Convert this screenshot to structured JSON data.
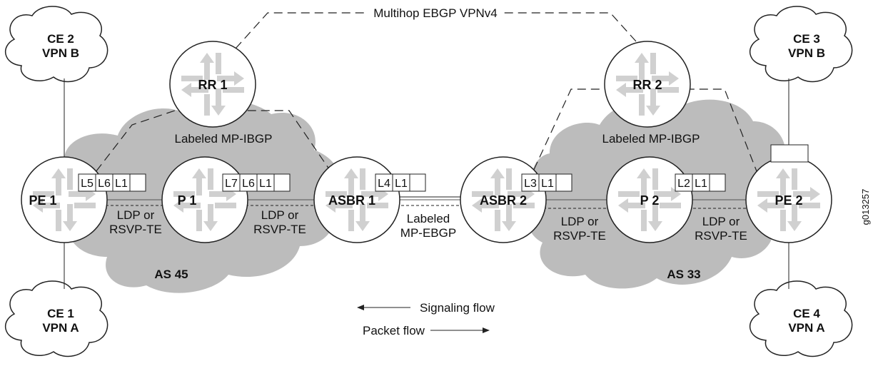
{
  "title_ebgp": "Multihop EBGP VPNv4",
  "as_left": "AS 45",
  "as_right": "AS 33",
  "ibgp_left": "Labeled MP-IBGP",
  "ibgp_right": "Labeled MP-IBGP",
  "mpebgp_line1": "Labeled",
  "mpebgp_line2": "MP-EBGP",
  "ldp_line1": "LDP or",
  "ldp_line2": "RSVP-TE",
  "signaling_flow": "Signaling flow",
  "packet_flow": "Packet flow",
  "figure_id": "g013257",
  "ce": {
    "ce2": [
      "CE 2",
      "VPN B"
    ],
    "ce1": [
      "CE 1",
      "VPN A"
    ],
    "ce3": [
      "CE 3",
      "VPN B"
    ],
    "ce4": [
      "CE 4",
      "VPN A"
    ]
  },
  "routers": {
    "pe1": "PE 1",
    "p1": "P 1",
    "asbr1": "ASBR 1",
    "asbr2": "ASBR 2",
    "p2": "P 2",
    "pe2": "PE 2",
    "rr1": "RR 1",
    "rr2": "RR 2"
  },
  "label_stacks": {
    "pe1": [
      "L5",
      "L6",
      "L1",
      ""
    ],
    "p1": [
      "L7",
      "L6",
      "L1",
      ""
    ],
    "asbr1": [
      "L4",
      "L1",
      ""
    ],
    "asbr2": [
      "L3",
      "L1",
      ""
    ],
    "p2": [
      "L2",
      "L1",
      ""
    ],
    "pe2": [
      ""
    ]
  },
  "colors": {
    "cloud": "#bcbcbc",
    "router_arrows": "#d0d0d0",
    "lines": "#222222"
  }
}
